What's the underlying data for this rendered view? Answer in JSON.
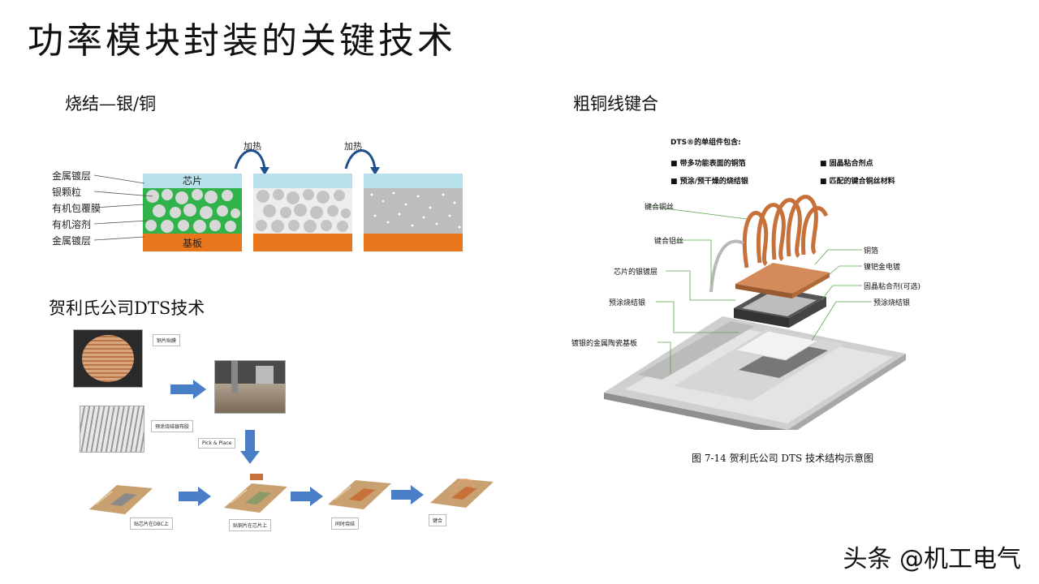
{
  "title": "功率模块封装的关键技术",
  "sintering": {
    "heading": "烧结—银/铜",
    "layer_labels": [
      "金属镀层",
      "银颗粒",
      "有机包覆膜",
      "有机溶剂",
      "金属镀层"
    ],
    "chip_label": "芯片",
    "substrate_label": "基板",
    "heat_label_1": "加热",
    "heat_label_2": "加热"
  },
  "heraeus": {
    "heading": "贺利氏公司DTS技术",
    "steps": {
      "copper_foil": "铜片贴膜",
      "preapply": "预涂烧结银布胶",
      "pickplace": "Pick & Place",
      "on_dbc": "贴芯片在DBC上",
      "on_chip": "贴铜片在芯片上",
      "sinter": "同时烧结",
      "bond": "键合"
    }
  },
  "copper_wire": {
    "heading": "粗铜线键合",
    "dts_title": "DTS®的单组件包含:",
    "dts_items": [
      "带多功能表面的铜箔",
      "预涂/预干燥的烧结银",
      "固晶粘合剂点",
      "匹配的键合铜丝材料"
    ],
    "left_callouts": [
      "键合铜丝",
      "键合铝丝",
      "芯片的银镀层",
      "预涂烧结银",
      "镀银的金属陶瓷基板"
    ],
    "right_callouts": [
      "铜箔",
      "镍钯金电镀",
      "固晶粘合剂(可选)",
      "预涂烧结银"
    ],
    "caption": "图 7-14  贺利氏公司 DTS 技术结构示意图"
  },
  "watermark": "头条 @机工电气",
  "colors": {
    "chip": "#b7e0ea",
    "silver_matrix": "#2fb34a",
    "particle": "#d8d8d8",
    "substrate": "#e8761c",
    "arrow": "#4a7fc7",
    "copper": "#c8703a"
  }
}
